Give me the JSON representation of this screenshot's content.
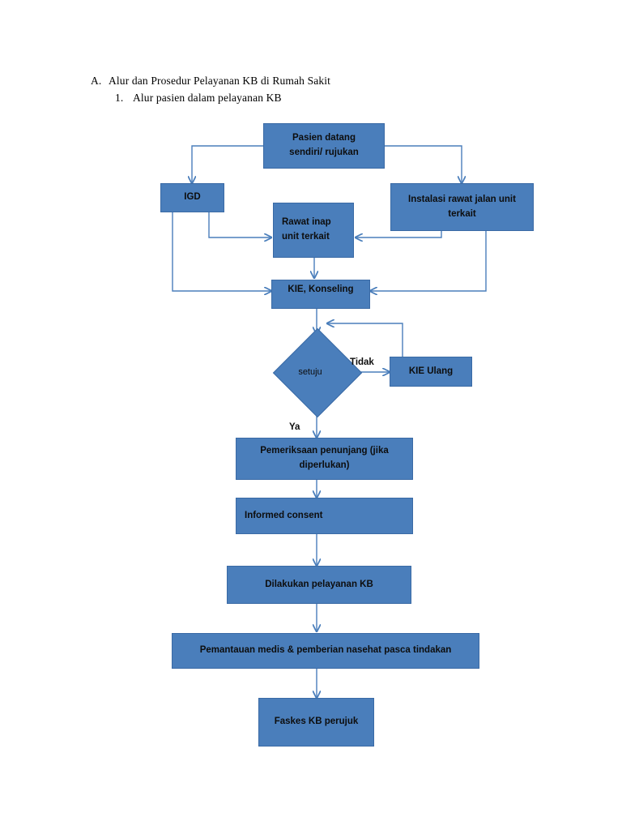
{
  "document": {
    "heading_items": [
      {
        "marker": "A.",
        "text": "Alur dan Prosedur Pelayanan KB di Rumah Sakit",
        "level": 1
      },
      {
        "marker": "1.",
        "text": "Alur pasien dalam pelayanan KB",
        "level": 2
      }
    ]
  },
  "colors": {
    "node_fill": "#4A7EBB",
    "node_border": "#3A6AA5",
    "connector": "#4A7EBB",
    "text": "#0D0D0D",
    "page_background": "#FFFFFF"
  },
  "chart_data": {
    "type": "diagram",
    "title": "Alur pasien dalam pelayanan KB",
    "nodes": [
      {
        "id": "pasien-datang",
        "label": "Pasien datang sendiri/ rujukan",
        "shape": "rect"
      },
      {
        "id": "igd",
        "label": "IGD",
        "shape": "rect"
      },
      {
        "id": "instalasi-rawat-jalan",
        "label": "Instalasi rawat jalan unit terkait",
        "shape": "rect"
      },
      {
        "id": "rawat-inap",
        "label": "Rawat inap unit terkait",
        "shape": "rect"
      },
      {
        "id": "kie-konseling",
        "label": "KIE, Konseling",
        "shape": "rect"
      },
      {
        "id": "setuju",
        "label": "setuju",
        "shape": "diamond"
      },
      {
        "id": "kie-ulang",
        "label": "KIE Ulang",
        "shape": "rect"
      },
      {
        "id": "pemeriksaan-penunjang",
        "label": "Pemeriksaan penunjang (jika diperlukan)",
        "shape": "rect"
      },
      {
        "id": "informed-consent",
        "label": "Informed consent",
        "shape": "rect"
      },
      {
        "id": "dilakukan-pelayanan",
        "label": "Dilakukan pelayanan KB",
        "shape": "rect"
      },
      {
        "id": "pemantauan-medis",
        "label": "Pemantauan medis & pemberian nasehat pasca tindakan",
        "shape": "rect"
      },
      {
        "id": "faskes-perujuk",
        "label": "Faskes KB perujuk",
        "shape": "rect"
      }
    ],
    "edges": [
      {
        "from": "pasien-datang",
        "to": "igd",
        "label": ""
      },
      {
        "from": "pasien-datang",
        "to": "instalasi-rawat-jalan",
        "label": ""
      },
      {
        "from": "igd",
        "to": "rawat-inap",
        "label": ""
      },
      {
        "from": "igd",
        "to": "kie-konseling",
        "label": ""
      },
      {
        "from": "instalasi-rawat-jalan",
        "to": "rawat-inap",
        "label": ""
      },
      {
        "from": "instalasi-rawat-jalan",
        "to": "kie-konseling",
        "label": ""
      },
      {
        "from": "rawat-inap",
        "to": "kie-konseling",
        "label": ""
      },
      {
        "from": "kie-konseling",
        "to": "setuju",
        "label": ""
      },
      {
        "from": "setuju",
        "to": "kie-ulang",
        "label": "Tidak"
      },
      {
        "from": "kie-ulang",
        "to": "setuju",
        "label": ""
      },
      {
        "from": "setuju",
        "to": "pemeriksaan-penunjang",
        "label": "Ya"
      },
      {
        "from": "pemeriksaan-penunjang",
        "to": "informed-consent",
        "label": ""
      },
      {
        "from": "informed-consent",
        "to": "dilakukan-pelayanan",
        "label": ""
      },
      {
        "from": "dilakukan-pelayanan",
        "to": "pemantauan-medis",
        "label": ""
      },
      {
        "from": "pemantauan-medis",
        "to": "faskes-perujuk",
        "label": ""
      }
    ]
  },
  "flow": {
    "nodes": {
      "pasien_datang": {
        "line1": "Pasien datang",
        "line2": "sendiri/ rujukan"
      },
      "igd": {
        "label": "IGD"
      },
      "instalasi_rawat_jalan": {
        "line1": "Instalasi rawat jalan unit",
        "line2": "terkait"
      },
      "rawat_inap": {
        "line1": "Rawat inap",
        "line2": "unit terkait"
      },
      "kie_konseling": {
        "label": "KIE, Konseling"
      },
      "setuju": {
        "label": "setuju"
      },
      "kie_ulang": {
        "label": "KIE Ulang"
      },
      "pemeriksaan_penunjang": {
        "line1": "Pemeriksaan penunjang (jika",
        "line2": "diperlukan)"
      },
      "informed_consent": {
        "label": "Informed consent"
      },
      "dilakukan_pelayanan": {
        "label": "Dilakukan pelayanan KB"
      },
      "pemantauan_medis": {
        "label": "Pemantauan medis & pemberian nasehat pasca tindakan"
      },
      "faskes_perujuk": {
        "label": "Faskes KB perujuk"
      }
    },
    "edge_labels": {
      "tidak": "Tidak",
      "ya": "Ya"
    }
  }
}
